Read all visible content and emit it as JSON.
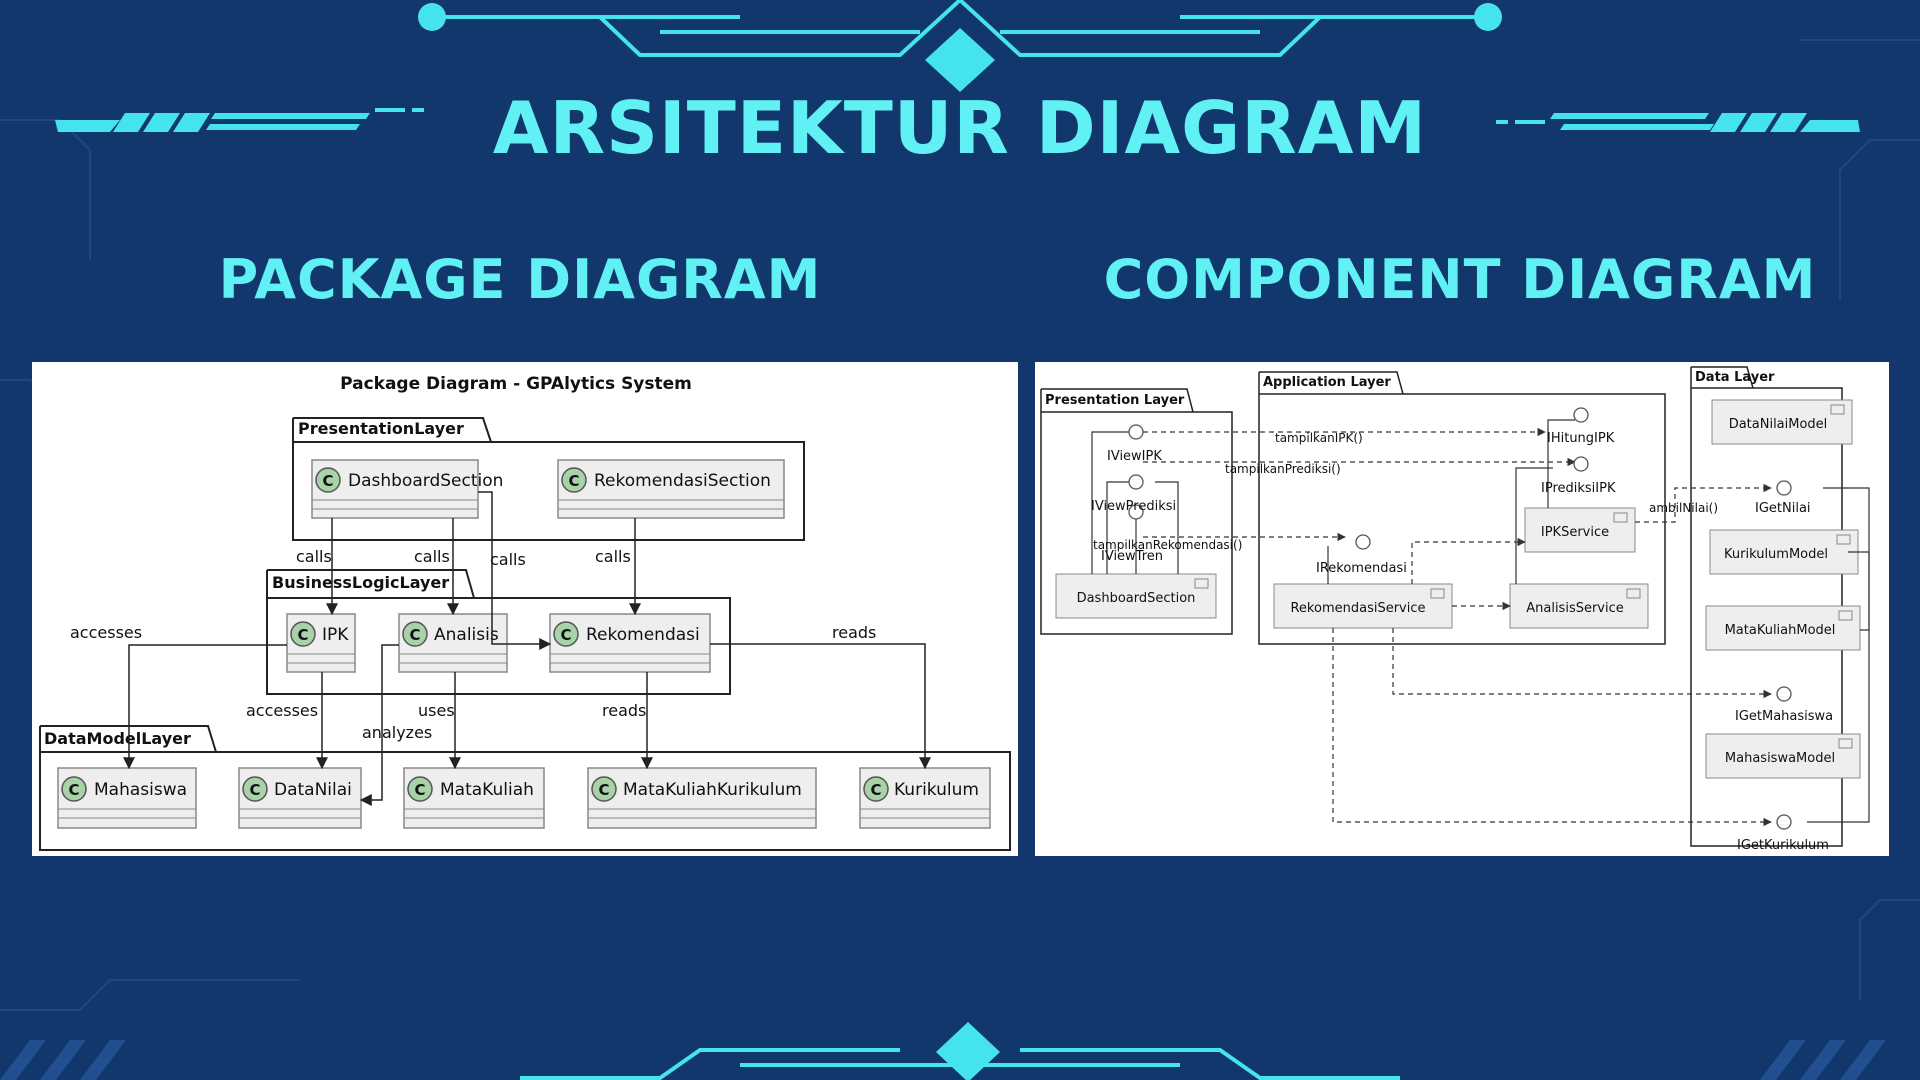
{
  "title": "ARSITEKTUR DIAGRAM",
  "headings": {
    "package": "PACKAGE DIAGRAM",
    "component": "COMPONENT DIAGRAM"
  },
  "colors": {
    "background": "#12376d",
    "accent": "#61f0f4",
    "panel": "#ffffff",
    "class_circle": "#a8d3a8",
    "box_fill": "#eeeeee"
  },
  "package_diagram": {
    "title": "Package Diagram - GPAlytics System",
    "class_icon_letter": "C",
    "packages": {
      "presentation": "PresentationLayer",
      "business": "BusinessLogicLayer",
      "datamodel": "DataModelLayer"
    },
    "classes": {
      "dashboard": "DashboardSection",
      "rekomendasi_section": "RekomendasiSection",
      "ipk": "IPK",
      "analisis": "Analisis",
      "rekomendasi": "Rekomendasi",
      "mahasiswa": "Mahasiswa",
      "datanilai": "DataNilai",
      "matakuliah": "MataKuliah",
      "matakuliahkurikulum": "MataKuliahKurikulum",
      "kurikulum": "Kurikulum"
    },
    "labels": {
      "calls": "calls",
      "accesses": "accesses",
      "reads": "reads",
      "uses": "uses",
      "analyzes": "analyzes"
    }
  },
  "component_diagram": {
    "packages": {
      "presentation": "Presentation Layer",
      "application": "Application Layer",
      "data": "Data Layer"
    },
    "components": {
      "dashboard": "DashboardSection",
      "rekomendasi_service": "RekomendasiService",
      "analisis_service": "AnalisisService",
      "ipk_service": "IPKService",
      "datanilai_model": "DataNilaiModel",
      "kurikulum_model": "KurikulumModel",
      "matakuliah_model": "MataKuliahModel",
      "mahasiswa_model": "MahasiswaModel"
    },
    "interfaces": {
      "iviewipk": "IViewIPK",
      "iviewprediksi": "IViewPrediksi",
      "iviewtren": "IViewTren",
      "ihitungipk": "IHitungIPK",
      "iprediksiipk": "IPrediksiIPK",
      "irekomendasi": "IRekomendasi",
      "igetnilai": "IGetNilai",
      "igetmahasiswa": "IGetMahasiswa",
      "igetkurikulum": "IGetKurikulum"
    },
    "labels": {
      "tampilkan_ipk": "tampilkanIPK()",
      "tampilkan_prediksi": "tampilkanPrediksi()",
      "tampilkan_rekomendasi": "tampilkanRekomendasi()",
      "ambil_nilai": "ambilNilai()"
    }
  }
}
